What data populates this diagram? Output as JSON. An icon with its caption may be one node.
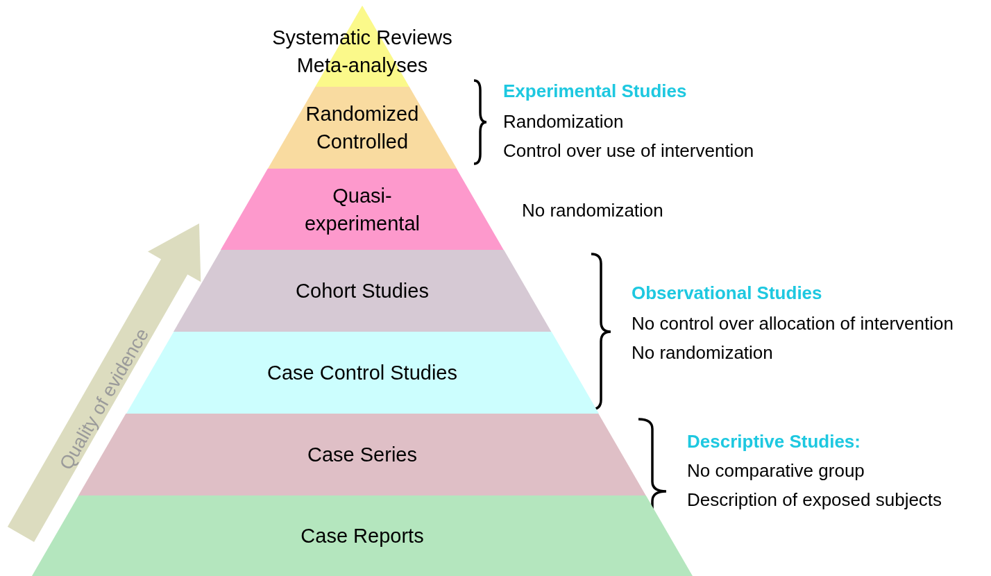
{
  "diagram": {
    "nodes": [
      {
        "text": [
          "Systematic Reviews Meta-analyses"
        ]
      },
      {
        "text": [
          "Randomized Controlled"
        ]
      },
      {
        "text": [
          "Quasi-experimental"
        ]
      },
      {
        "text": [
          "Cohort Studies"
        ]
      },
      {
        "text": [
          "Case Control Studies"
        ]
      },
      {
        "text": [
          "Case Series"
        ]
      },
      {
        "text": [
          "Case Reports"
        ]
      }
    ],
    "labels": [
      "Experimental Studies",
      "Randomization",
      "Control over use of intervention",
      "No randomization",
      "Observational Studies",
      "No control over allocation of intervention",
      "No randomization",
      "Descriptive Studies:",
      "No comparative group",
      "Description of exposed subjects",
      "Quality of evidence"
    ]
  }
}
